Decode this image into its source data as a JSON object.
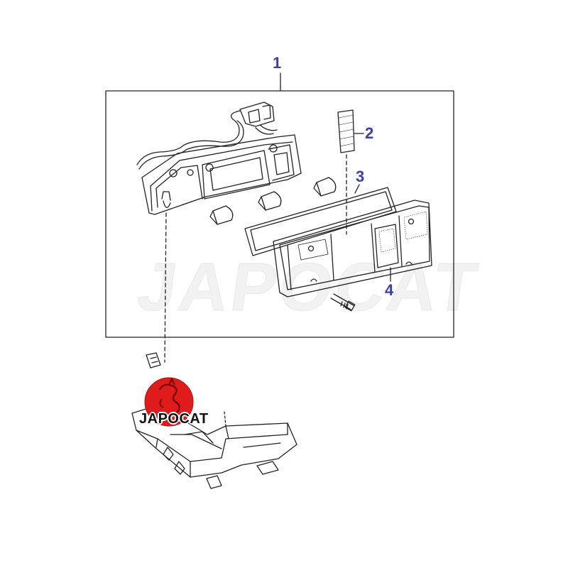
{
  "callouts": {
    "assembly": "1",
    "label": "2",
    "gasket": "3",
    "lens": "4"
  },
  "watermark": "JAPOCAT",
  "logo": {
    "text": "JAPOCAT",
    "badge_color": "#e01b1b"
  },
  "colors": {
    "line": "#222222",
    "callout": "#3a3fb0"
  }
}
